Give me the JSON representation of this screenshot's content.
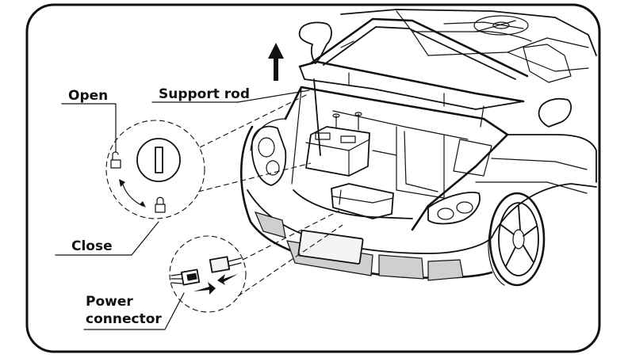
{
  "labels": {
    "open": "Open",
    "support_rod": "Support rod",
    "close": "Close",
    "power": "Power",
    "connector": "connector"
  },
  "icons": {
    "up_arrow": "up-arrow-icon",
    "open_lock": "unlocked-padlock-icon",
    "closed_lock": "locked-padlock-icon",
    "rotate": "rotation-arrow-icon",
    "connect": "connect-arrows-icon"
  },
  "colors": {
    "line": "#111111",
    "background": "#ffffff",
    "mesh": "#cfcfcf"
  }
}
